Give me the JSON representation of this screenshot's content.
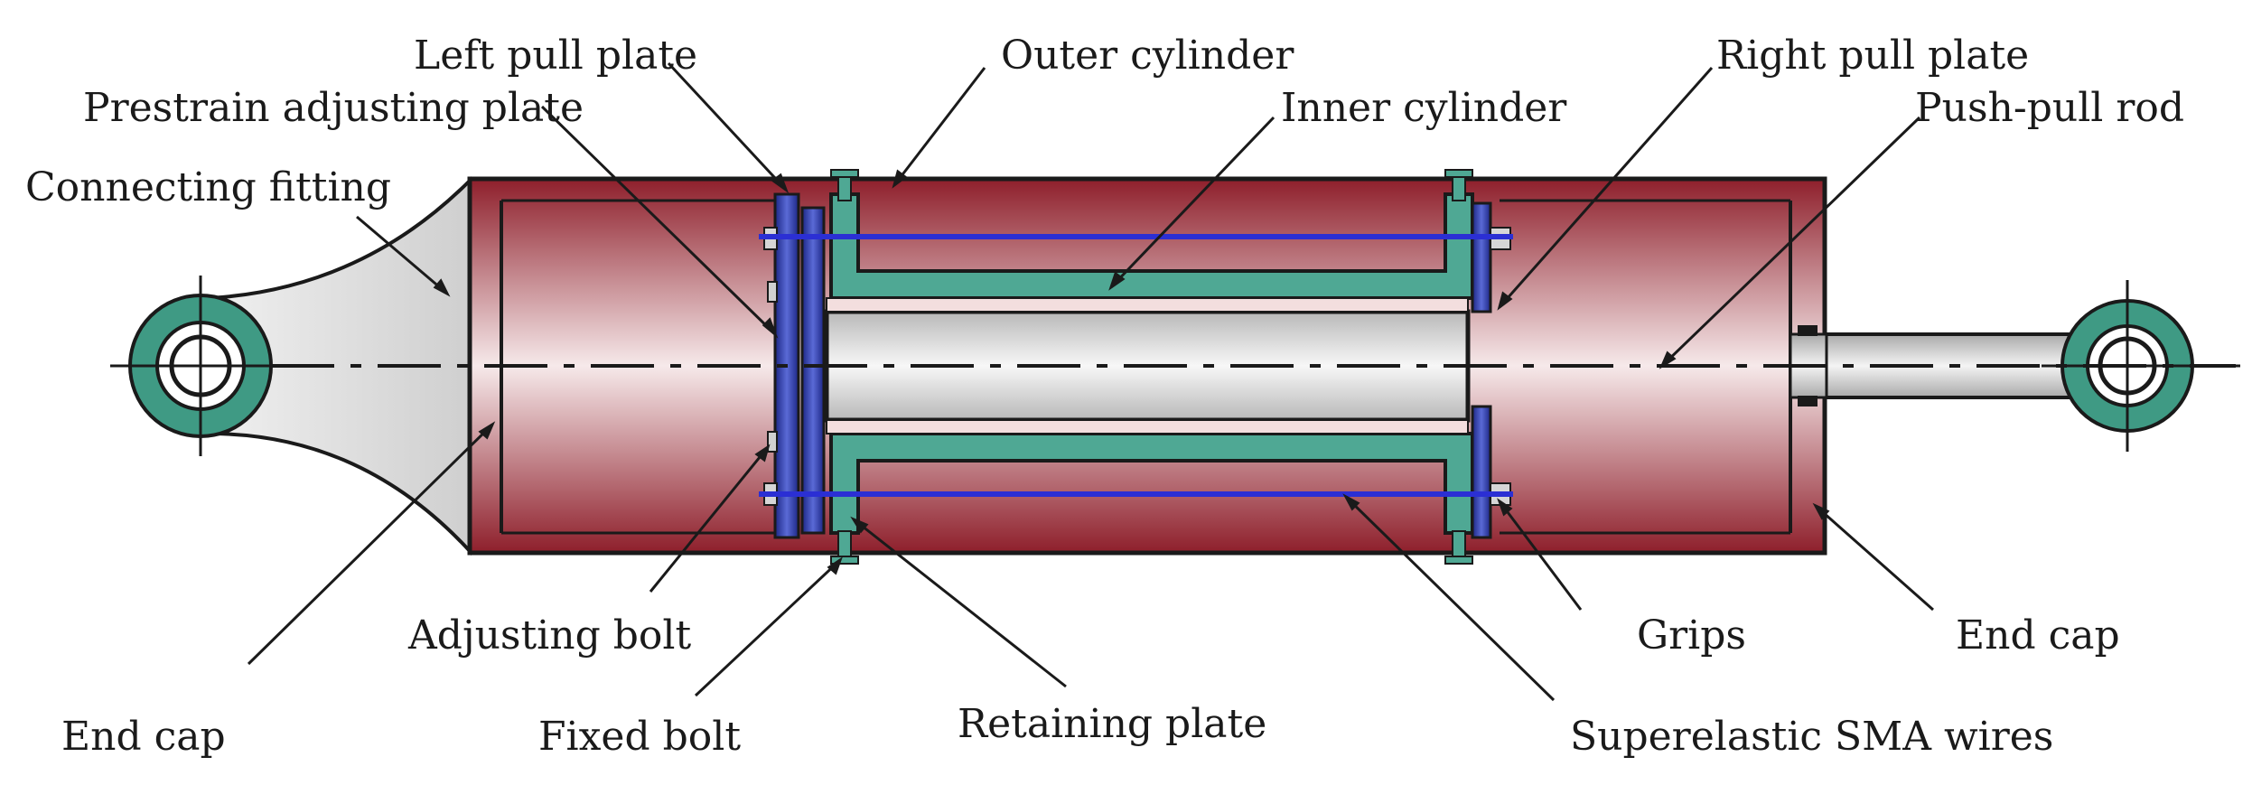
{
  "labels": {
    "left_pull_plate": "Left pull plate",
    "outer_cylinder": "Outer cylinder",
    "right_pull_plate": "Right pull plate",
    "prestrain_adjusting_plate": "Prestrain adjusting plate",
    "inner_cylinder": "Inner cylinder",
    "push_pull_rod": "Push-pull rod",
    "connecting_fitting": "Connecting fitting",
    "adjusting_bolt": "Adjusting bolt",
    "grips": "Grips",
    "end_cap_right": "End cap",
    "end_cap_left": "End cap",
    "fixed_bolt": "Fixed bolt",
    "retaining_plate": "Retaining plate",
    "superelastic_sma_wires": "Superelastic SMA wires"
  },
  "colors": {
    "outer_body": "#a8343e",
    "outer_highlight": "#f6e9ea",
    "inner_cylinder": "#d9d9d9",
    "retaining_plate": "#4fa894",
    "fitting_ring": "#3f9a84",
    "pull_plate": "#2a3aa0",
    "sma_wire": "#2b2fd4",
    "outline": "#1a1a1a"
  }
}
